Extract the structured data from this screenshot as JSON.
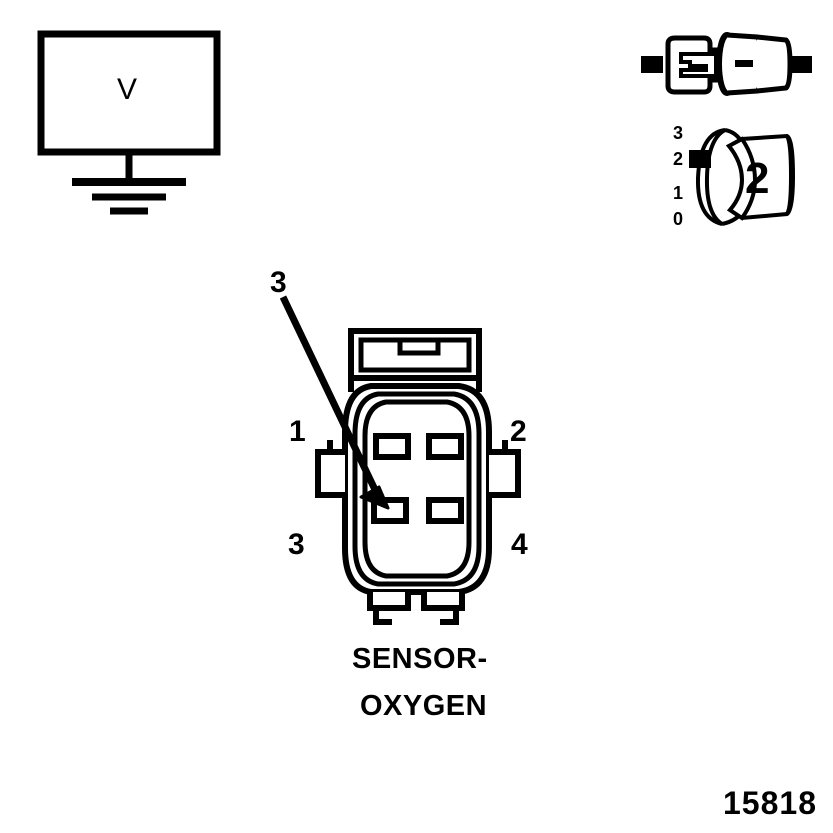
{
  "figure": {
    "number": "15818",
    "caption_line1": "SENSOR-",
    "caption_line2": "OXYGEN",
    "background_color": "#ffffff",
    "line_color": "#000000"
  },
  "voltmeter": {
    "name": "voltmeter",
    "symbol_letter": "V",
    "ground_symbol": "earth-ground"
  },
  "connector_plug": {
    "name": "connector-plug-assembly",
    "description": "two-piece inline connector"
  },
  "dial_block": {
    "name": "keyed-block-with-scale",
    "face_label": "2",
    "scale": [
      "3",
      "2",
      "1",
      "0"
    ]
  },
  "sensor_connector": {
    "name": "oxygen-sensor-connector",
    "pins": [
      {
        "id": "pin-1",
        "label": "1",
        "position": "top-left"
      },
      {
        "id": "pin-2",
        "label": "2",
        "position": "top-right"
      },
      {
        "id": "pin-3",
        "label": "3",
        "position": "bottom-left"
      },
      {
        "id": "pin-4",
        "label": "4",
        "position": "bottom-right"
      }
    ],
    "cavity_count": 4
  },
  "callout": {
    "name": "probe-callout",
    "label": "3",
    "points_to": "pin-3-cavity"
  }
}
